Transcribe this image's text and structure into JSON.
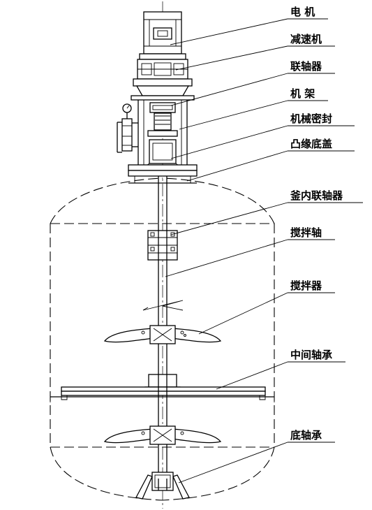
{
  "labels": {
    "motor": "电 机",
    "reducer": "减速机",
    "coupling": "联轴器",
    "frame": "机 架",
    "mechanical_seal": "机械密封",
    "flange_cover": "凸缘底盖",
    "inner_coupling": "釜内联轴器",
    "agitator_shaft": "搅拌轴",
    "agitator": "搅拌器",
    "middle_bearing": "中间轴承",
    "bottom_bearing": "底轴承"
  },
  "icons": {
    "pressure_gauge": "pressure-gauge-icon"
  }
}
